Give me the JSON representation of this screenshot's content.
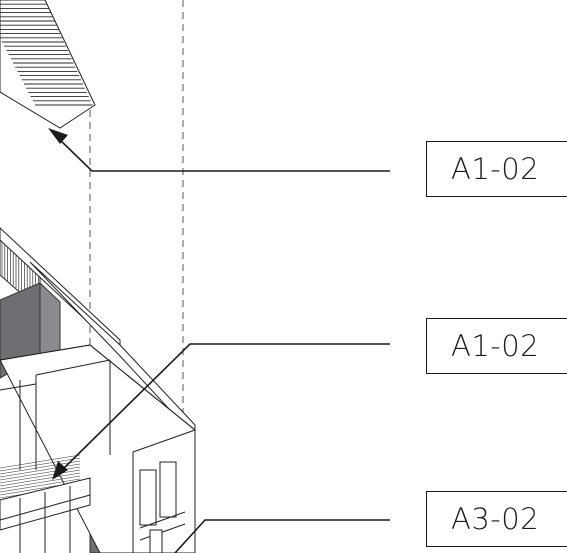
{
  "callouts": [
    {
      "label": "A1-02"
    },
    {
      "label": "A1-02"
    },
    {
      "label": "A3-02"
    }
  ],
  "colors": {
    "ink": "#1a1a1a",
    "line": "#444444",
    "panel": "#6e6f73",
    "background": "#ffffff"
  }
}
